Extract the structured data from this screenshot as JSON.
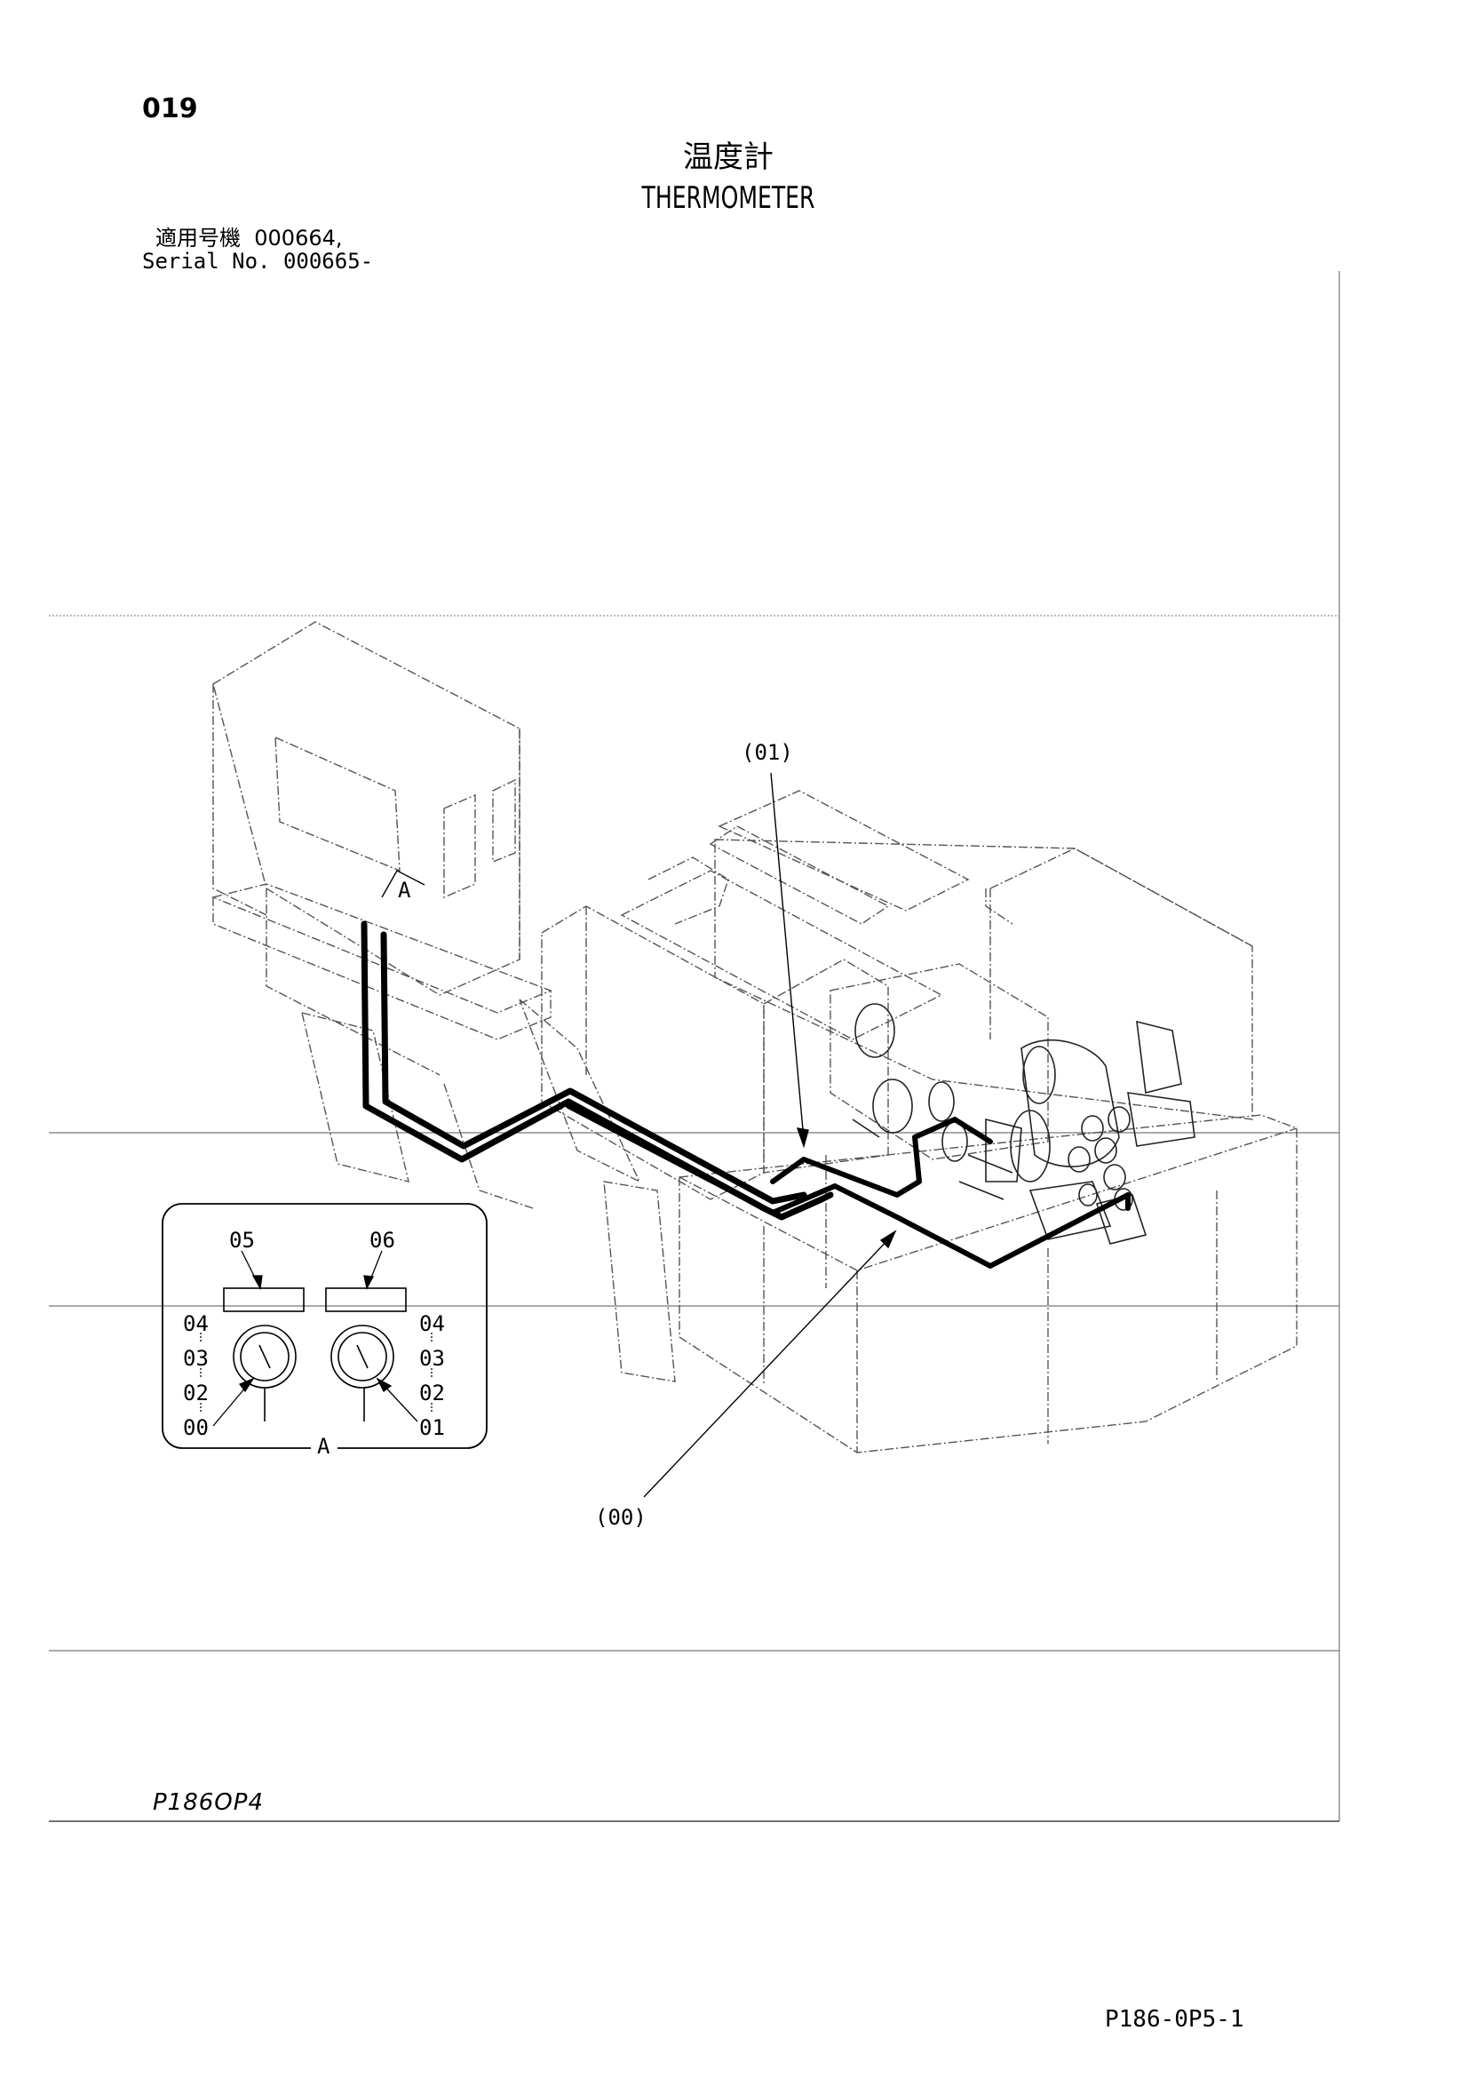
{
  "header": {
    "page_number": "019",
    "title_ja": "温度計",
    "title_en": "THERMOMETER",
    "serial_ja": "適用号機  000664,",
    "serial_en": "Serial No. 000665-"
  },
  "callouts": {
    "part_01_top": "(01)",
    "part_00_bottom": "(00)",
    "view_marker": "A",
    "detail_05": "05",
    "detail_06": "06",
    "left_04": "04",
    "left_03": "03",
    "left_02": "02",
    "left_00": "00",
    "right_04": "04",
    "right_03": "03",
    "right_02": "02",
    "right_01": "01",
    "detail_view_label": "A"
  },
  "footer": {
    "drawing_code": "P186OP4",
    "sheet_code": "P186-0P5-1"
  }
}
